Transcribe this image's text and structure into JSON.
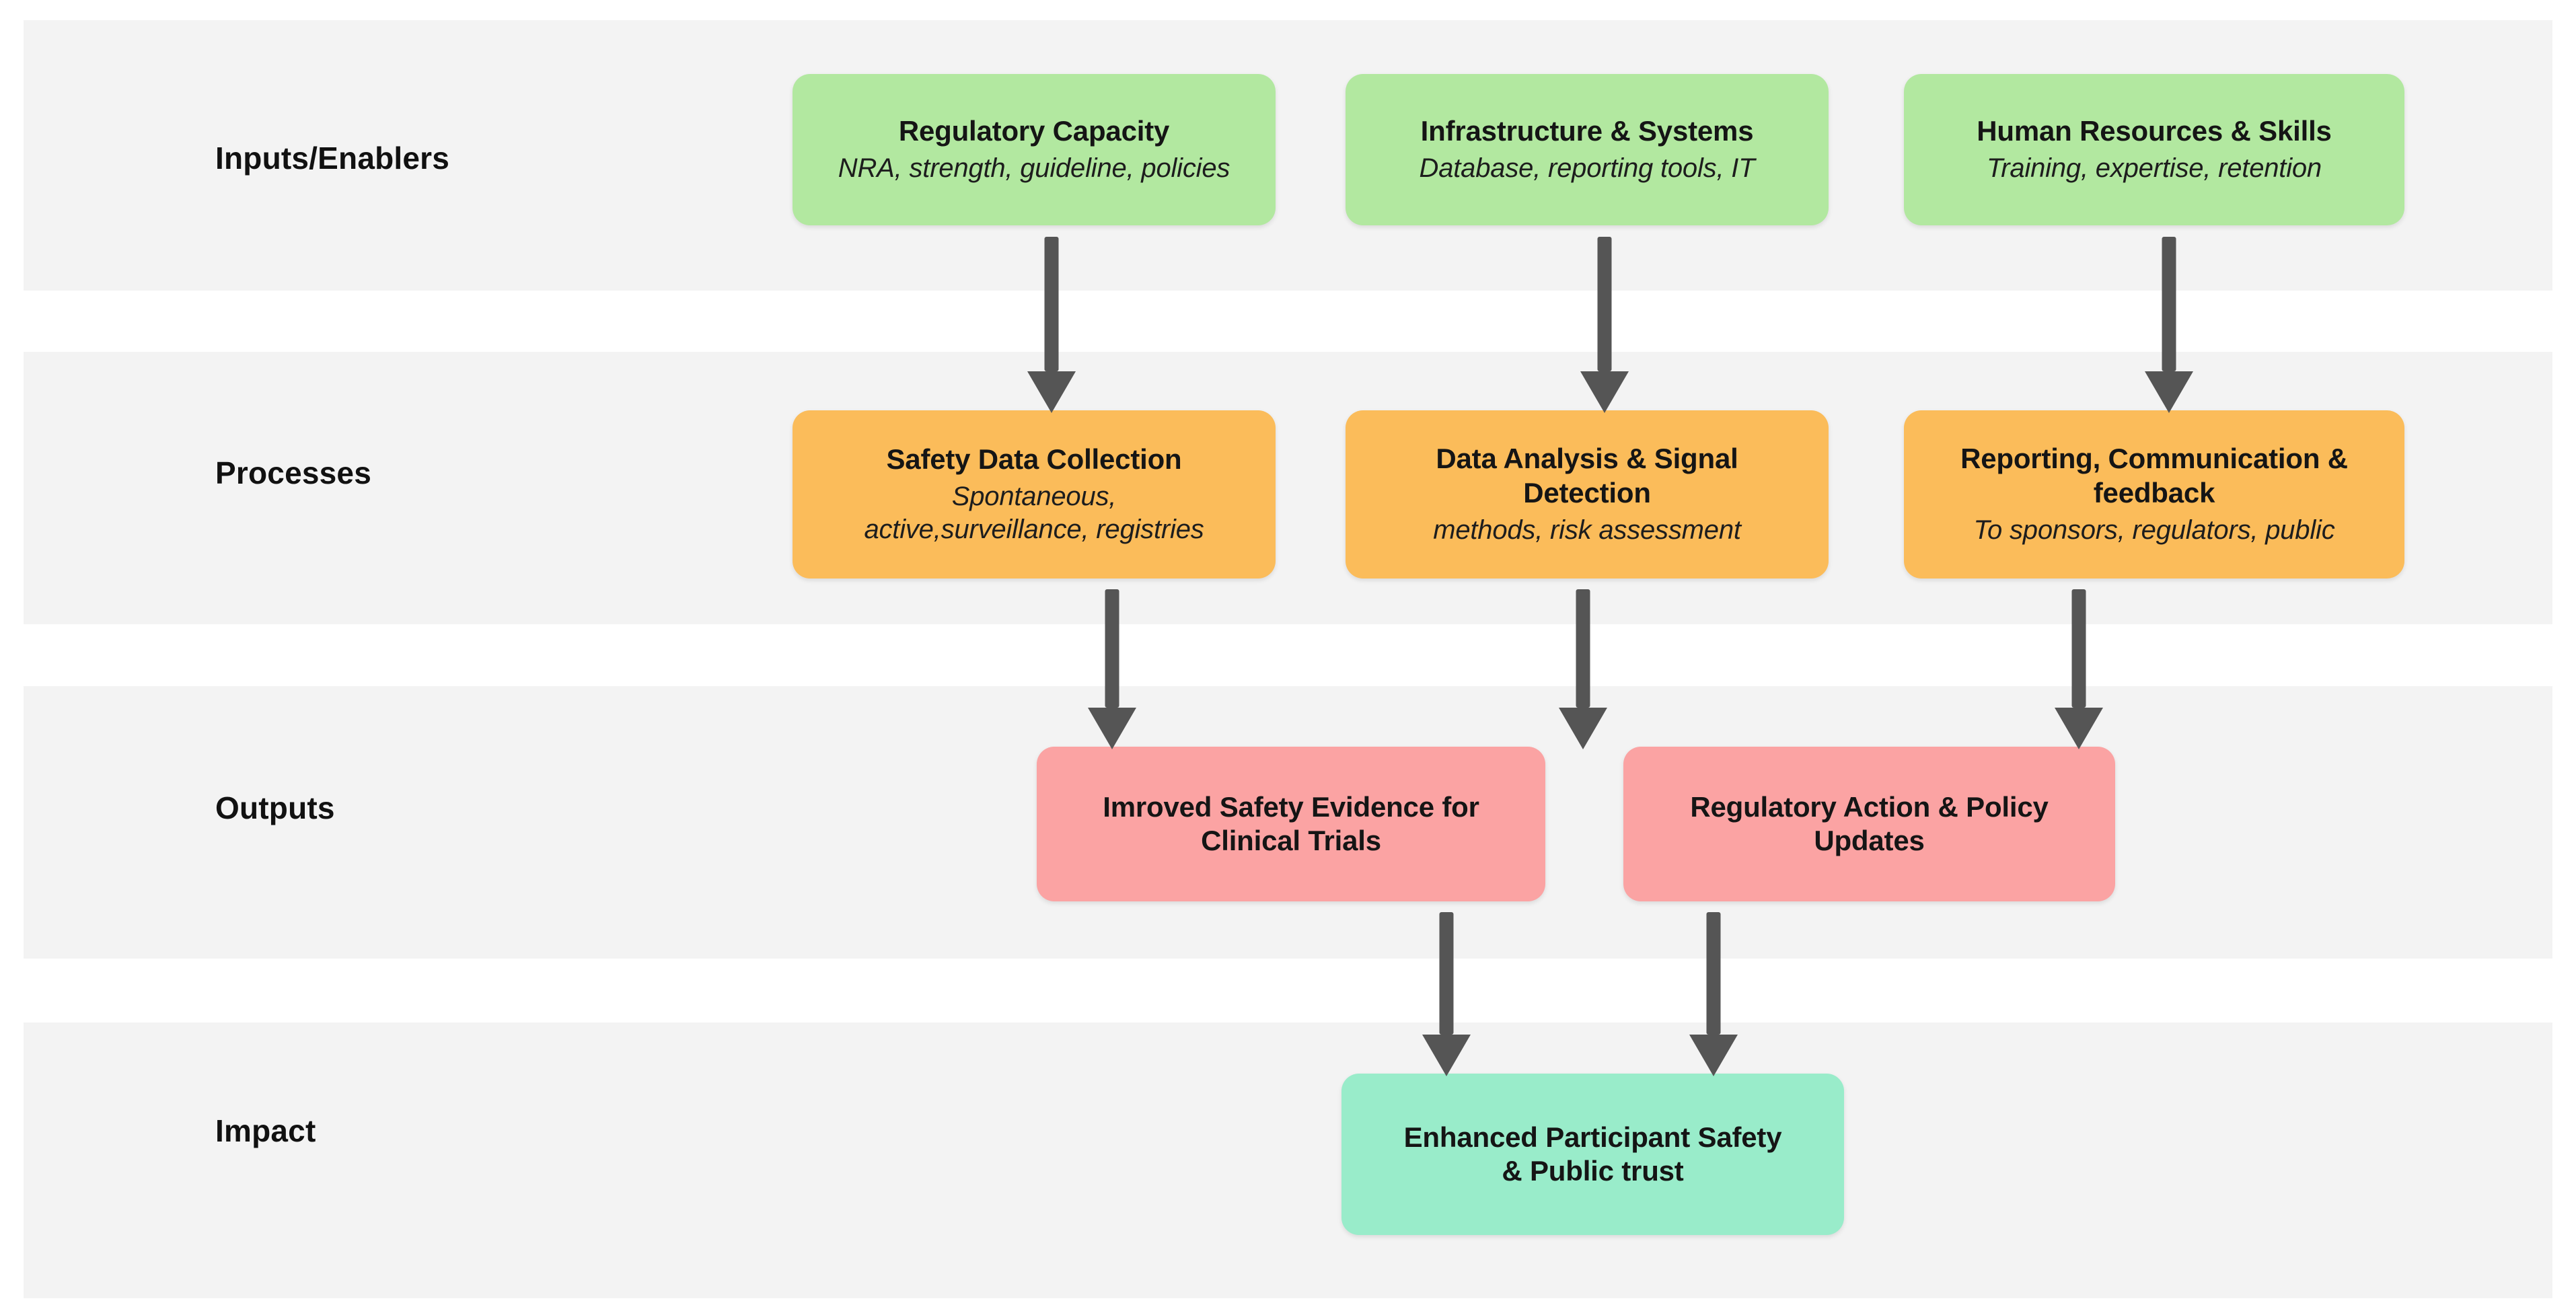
{
  "diagram": {
    "type": "swimlane-flow",
    "background": "#ffffff",
    "band_color": "#f3f3f3",
    "arrow_color": "#555555",
    "lanes": [
      {
        "id": "inputs",
        "label": "Inputs/Enablers",
        "node_color": "#b2e8a0"
      },
      {
        "id": "processes",
        "label": "Processes",
        "node_color": "#fbbc5a"
      },
      {
        "id": "outputs",
        "label": "Outputs",
        "node_color": "#fba3a3"
      },
      {
        "id": "impact",
        "label": "Impact",
        "node_color": "#99ecca"
      }
    ],
    "nodes": {
      "regulatory_capacity": {
        "title": "Regulatory Capacity",
        "subtitle": "NRA, strength, guideline, policies"
      },
      "infrastructure_systems": {
        "title": "Infrastructure & Systems",
        "subtitle": "Database, reporting tools, IT"
      },
      "human_resources_skills": {
        "title": "Human Resources & Skills",
        "subtitle": "Training, expertise, retention"
      },
      "safety_data_collection": {
        "title": "Safety Data Collection",
        "subtitle_line1": "Spontaneous,",
        "subtitle_line2": "active,surveillance, registries"
      },
      "data_analysis_signal_detection": {
        "title_line1": "Data Analysis & Signal",
        "title_line2": "Detection",
        "subtitle": "methods, risk assessment"
      },
      "reporting_communication_feedback": {
        "title_line1": "Reporting, Communication &",
        "title_line2": "feedback",
        "subtitle": "To sponsors, regulators, public"
      },
      "improved_safety_evidence": {
        "title_line1": "Imroved Safety Evidence for",
        "title_line2": "Clinical Trials"
      },
      "regulatory_action_policy_updates": {
        "title_line1": "Regulatory Action & Policy",
        "title_line2": "Updates"
      },
      "enhanced_participant_safety": {
        "title_line1": "Enhanced Participant Safety",
        "title_line2": "& Public trust"
      }
    },
    "edges": [
      {
        "from": "regulatory_capacity",
        "to": "safety_data_collection"
      },
      {
        "from": "infrastructure_systems",
        "to": "data_analysis_signal_detection"
      },
      {
        "from": "human_resources_skills",
        "to": "reporting_communication_feedback"
      },
      {
        "from": "safety_data_collection",
        "to": "improved_safety_evidence"
      },
      {
        "from": "data_analysis_signal_detection",
        "to": "improved_safety_evidence"
      },
      {
        "from": "reporting_communication_feedback",
        "to": "regulatory_action_policy_updates"
      },
      {
        "from": "improved_safety_evidence",
        "to": "enhanced_participant_safety"
      },
      {
        "from": "regulatory_action_policy_updates",
        "to": "enhanced_participant_safety"
      }
    ]
  }
}
